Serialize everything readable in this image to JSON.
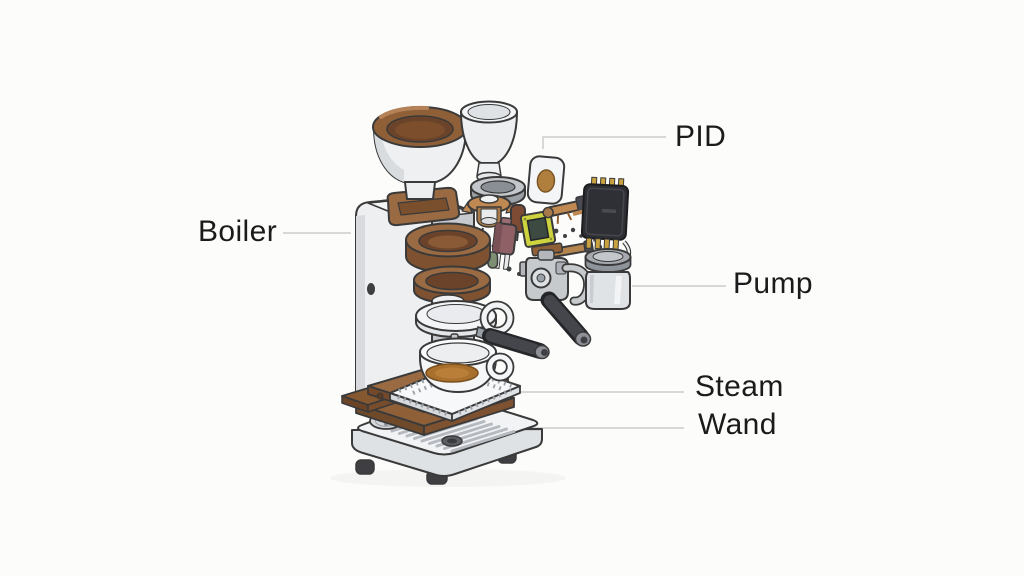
{
  "background": "#fcfcfb",
  "diagram_type": "exploded-view espresso machine parts diagram",
  "labels": {
    "boiler": "Boiler",
    "pid": "PID",
    "pump": "Pump",
    "steam": "Steam",
    "wand": "Wand"
  },
  "label_color": "#1b1b1b",
  "leader_line_color": "#d8d8d8",
  "illustration_colors": {
    "outline": "#3a3a3a",
    "body_gray": "#edeff1",
    "side_gray": "#c6c9ce",
    "accent_brown": "#9a6a42",
    "dark_brown": "#6b432a",
    "wood_brown": "#8f6038",
    "copper": "#c08952",
    "pcb_green": "#cdd23e",
    "dark_part": "#2f3035",
    "handle_black": "#26272a",
    "coffee": "#a9702d",
    "glass": "#dfe3e6"
  }
}
